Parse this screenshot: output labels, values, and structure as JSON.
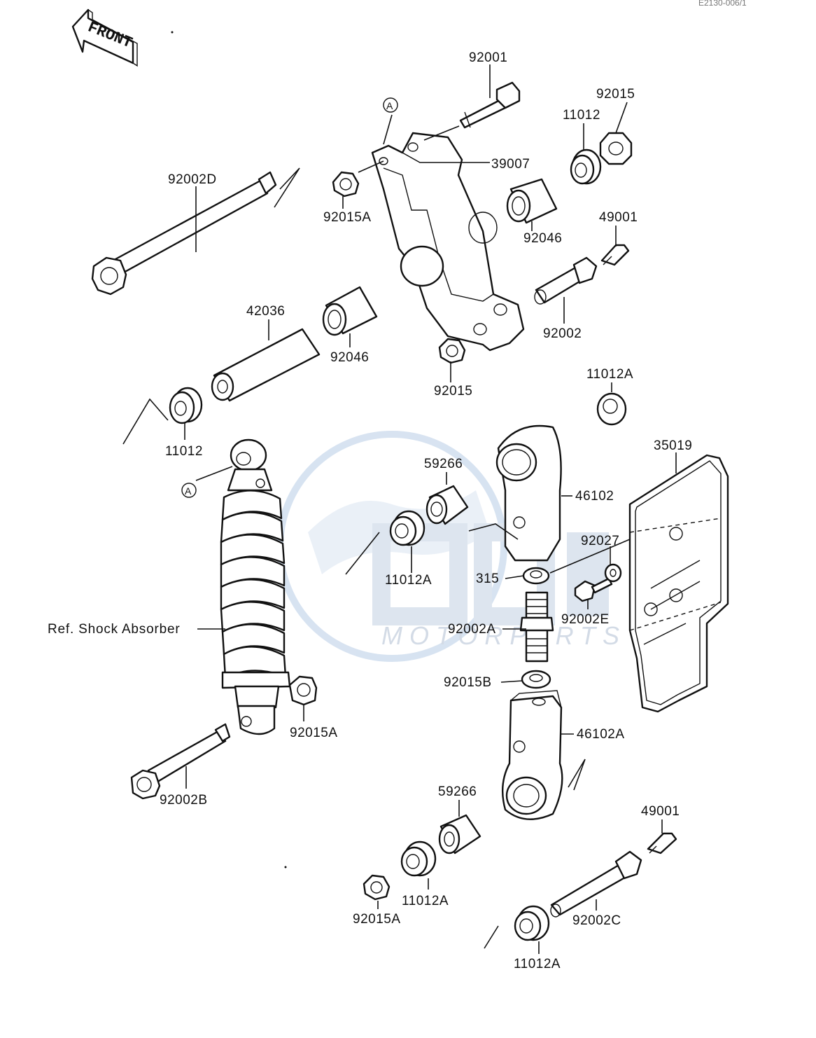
{
  "diagram_code": "E2130-006/1",
  "front_label": "FRONT",
  "watermark": {
    "brand": "OSM",
    "sub": "MOTORPARTS",
    "color": "#8fb0d8"
  },
  "ref_marker": "A",
  "ref_label": "Ref. Shock Absorber",
  "labels": {
    "p92001": "92001",
    "p92015_top": "92015",
    "p11012_top": "11012",
    "p39007": "39007",
    "p92002D": "92002D",
    "p92015A_top": "92015A",
    "p92046_right": "92046",
    "p49001_top": "49001",
    "p42036": "42036",
    "p92046_mid": "92046",
    "p92002": "92002",
    "p92015_mid": "92015",
    "p11012A_right": "11012A",
    "p11012_left": "11012",
    "p35019": "35019",
    "p59266_top": "59266",
    "p46102": "46102",
    "p92027": "92027",
    "p11012A_mid": "11012A",
    "p315": "315",
    "p92002E": "92002E",
    "p92002A": "92002A",
    "p92015B": "92015B",
    "p92015A_mid": "92015A",
    "p46102A": "46102A",
    "p92002B": "92002B",
    "p59266_bot": "59266",
    "p49001_bot": "49001",
    "p11012A_bot": "11012A",
    "p92015A_bot": "92015A",
    "p92002C": "92002C",
    "p11012A_last": "11012A"
  }
}
